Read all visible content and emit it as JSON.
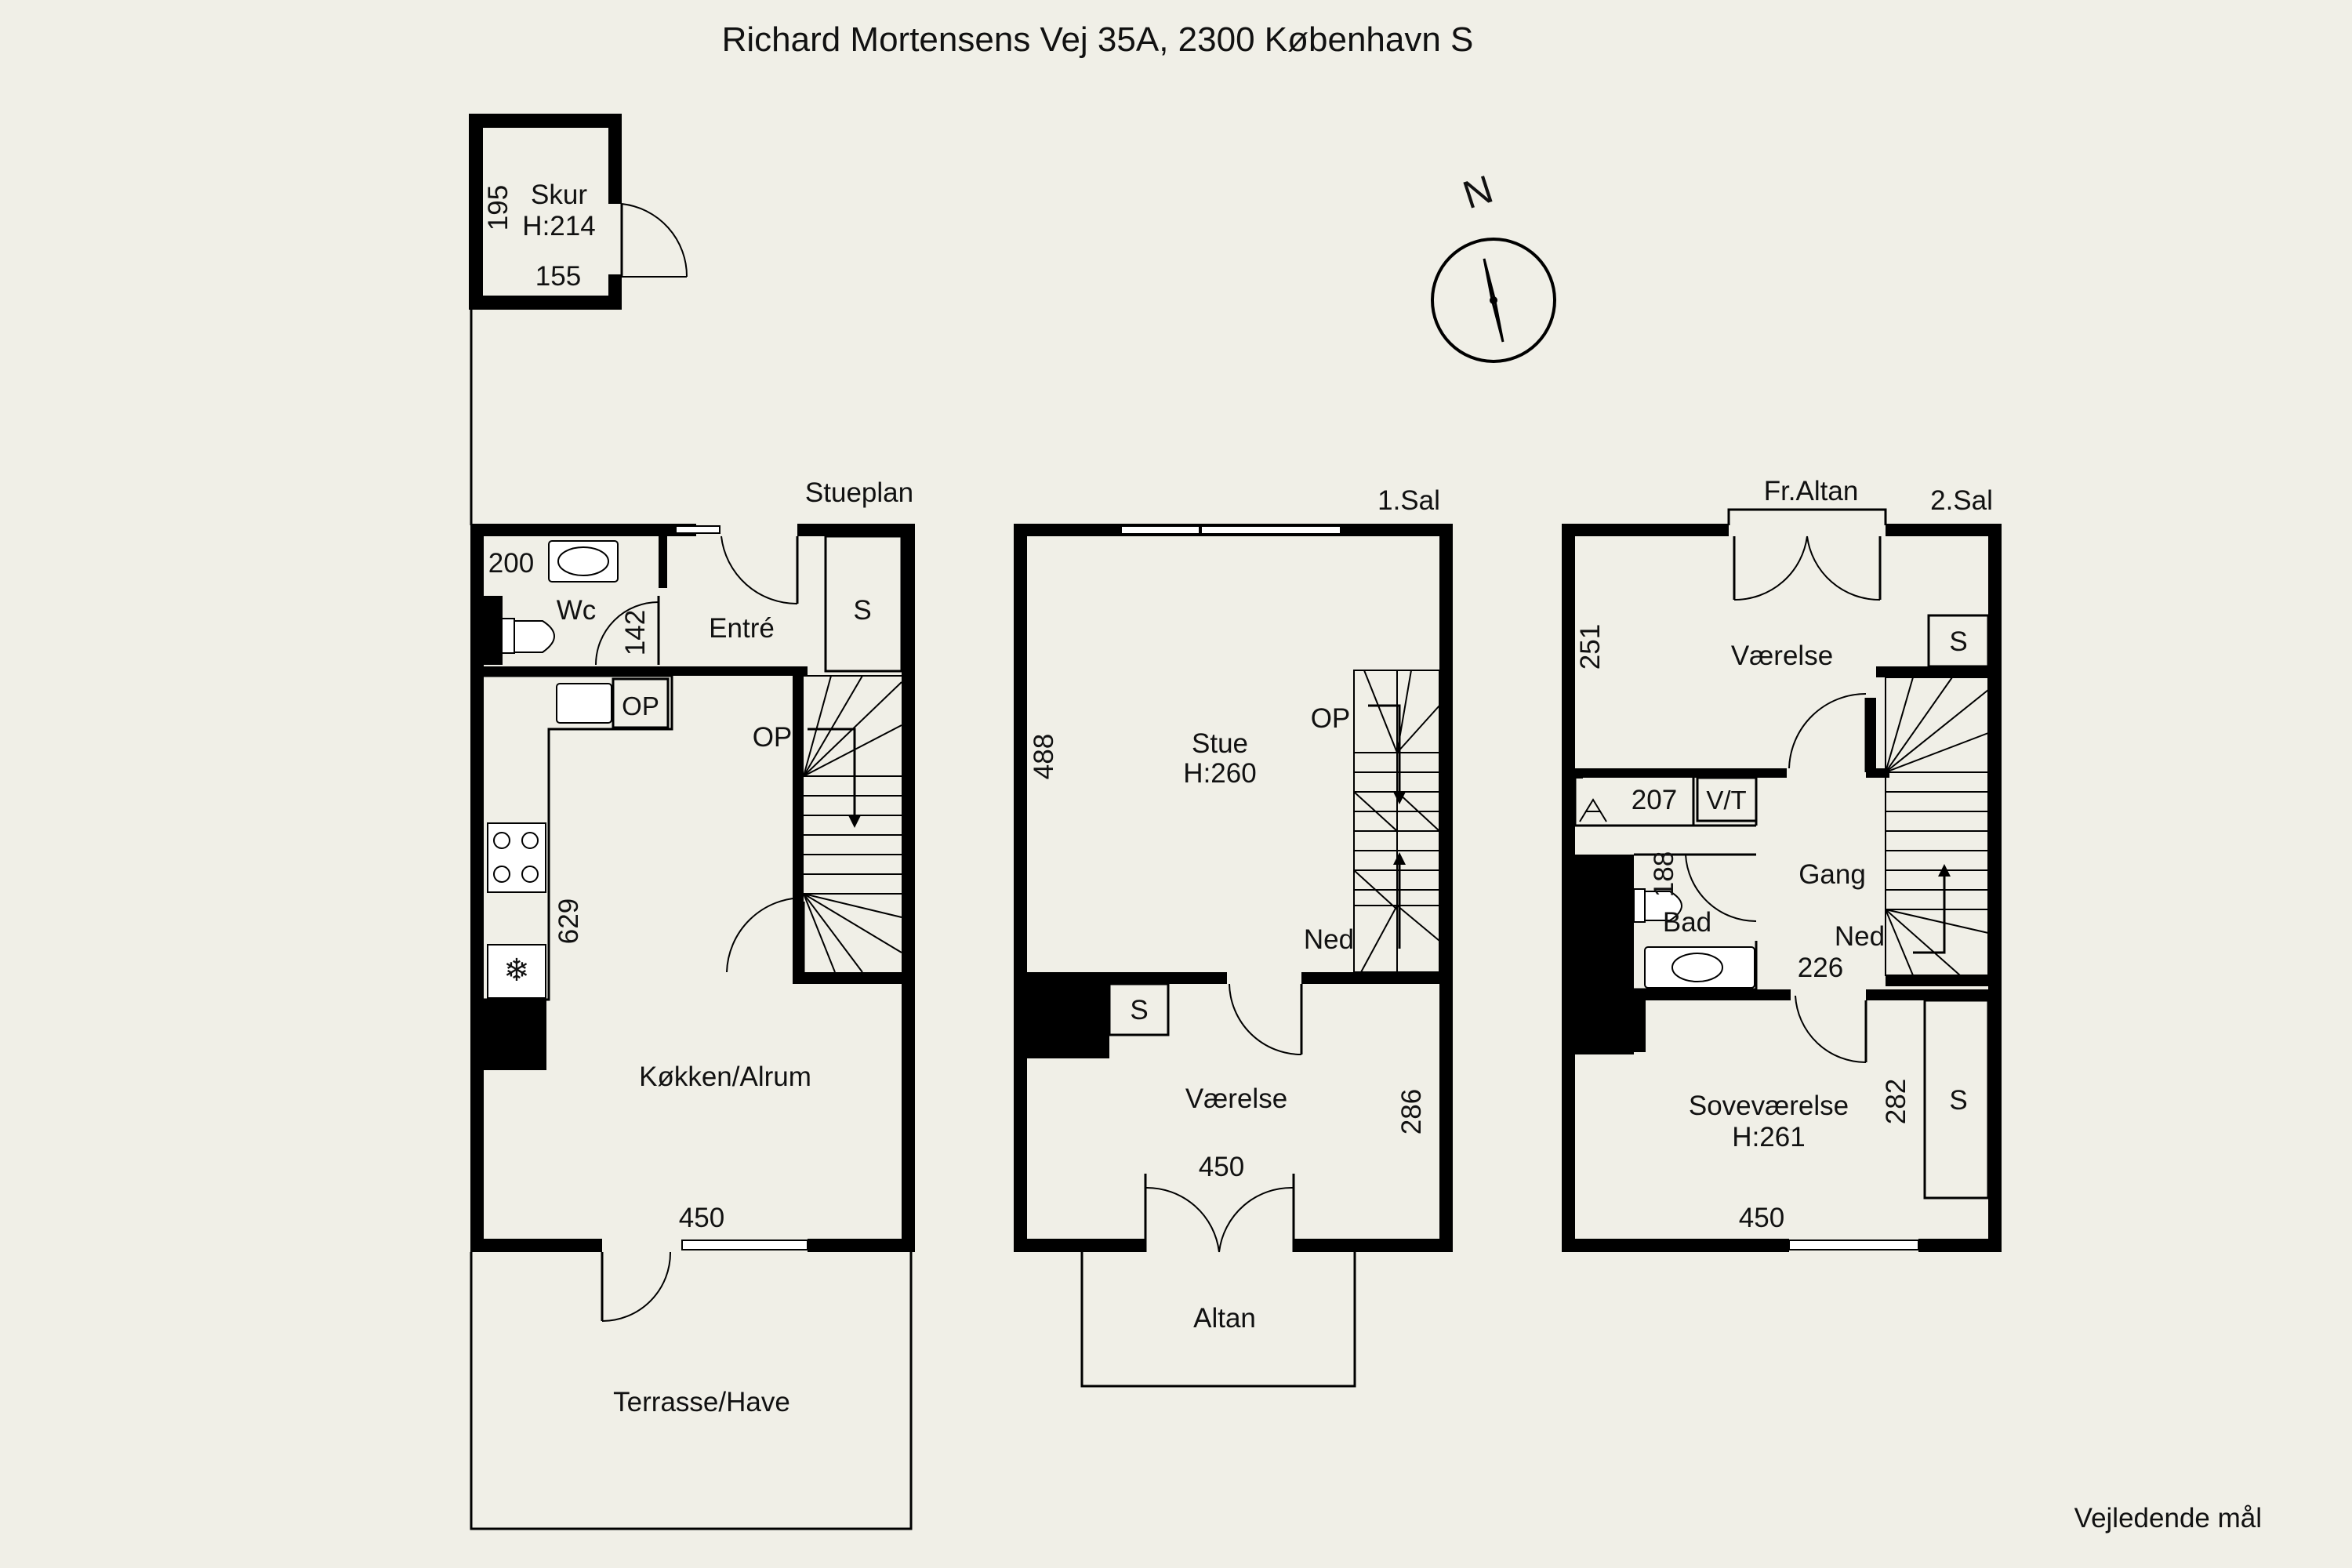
{
  "title": "Richard Mortensens Vej 35A, 2300 København S",
  "disclaimer": "Vejledende mål",
  "compass": {
    "label": "N"
  },
  "floors": {
    "ground": {
      "name": "Stueplan",
      "shed": {
        "name": "Skur",
        "height": "H:214",
        "dim_vertical": "195",
        "dim_width": "155"
      },
      "wc": {
        "name": "Wc",
        "dim": "200"
      },
      "entry": {
        "name": "Entré",
        "dim": "142"
      },
      "storage": "S",
      "op_cabinet": "OP",
      "stairs_label": "OP",
      "kitchen": {
        "name": "Køkken/Alrum",
        "dim_vertical": "629",
        "dim_width": "450"
      },
      "terrace": {
        "name": "Terrasse/Have"
      }
    },
    "first": {
      "name": "1.Sal",
      "living": {
        "name": "Stue",
        "height": "H:260",
        "dim_vertical": "488"
      },
      "stairs_up": "OP",
      "stairs_down": "Ned",
      "storage": "S",
      "room": {
        "name": "Værelse",
        "dim_vertical": "286",
        "dim_width": "450"
      },
      "balcony": {
        "name": "Altan"
      }
    },
    "second": {
      "name": "2.Sal",
      "balcony": "Fr.Altan",
      "room": {
        "name": "Værelse",
        "dim_vertical": "251"
      },
      "storage_top": "S",
      "bath": {
        "name": "Bad",
        "dim_vertical": "188",
        "dim_width": "207"
      },
      "vt": "V/T",
      "hall": {
        "name": "Gang",
        "dim": "226"
      },
      "stairs_down": "Ned",
      "bedroom": {
        "name": "Soveværelse",
        "height": "H:261",
        "dim_vertical": "282",
        "dim_width": "450"
      },
      "storage_bed": "S"
    }
  }
}
